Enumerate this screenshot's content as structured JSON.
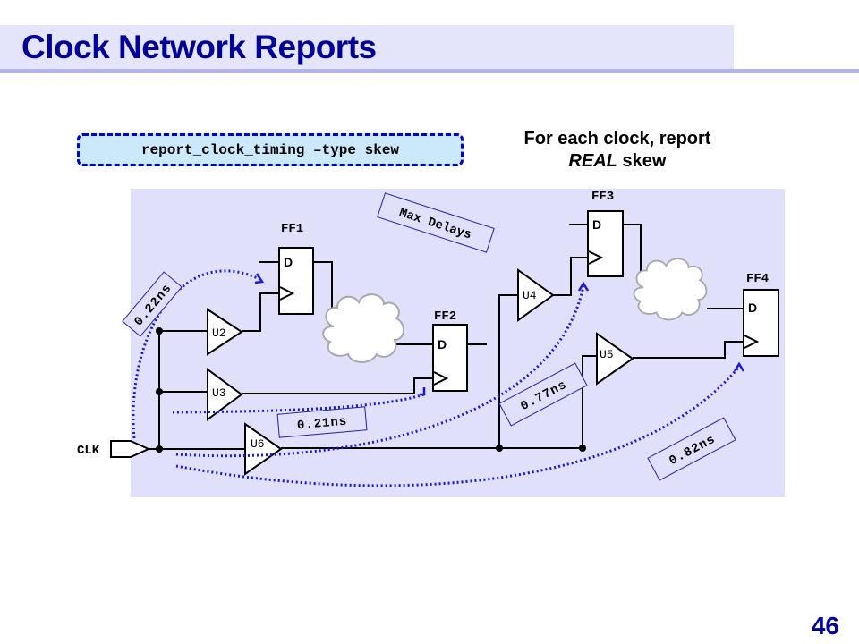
{
  "header": {
    "title": "Clock Network Reports"
  },
  "command": {
    "text": "report_clock_timing –type skew"
  },
  "note": {
    "line1": "For each clock, report",
    "line2_emphasis": "REAL",
    "line2_rest": " skew"
  },
  "diagram": {
    "max_delays_label": "Max Delays",
    "clock_port": "CLK",
    "flip_flops": [
      {
        "name": "FF1",
        "pin": "D"
      },
      {
        "name": "FF2",
        "pin": "D"
      },
      {
        "name": "FF3",
        "pin": "D"
      },
      {
        "name": "FF4",
        "pin": "D"
      }
    ],
    "buffers": [
      "U2",
      "U3",
      "U4",
      "U5",
      "U6"
    ],
    "delays": [
      {
        "target": "FF1",
        "value": "0.22ns"
      },
      {
        "target": "FF2",
        "value": "0.21ns"
      },
      {
        "target": "FF3",
        "value": "0.77ns"
      },
      {
        "target": "FF4",
        "value": "0.82ns"
      }
    ],
    "colors": {
      "panel": "#e0e0fa",
      "path": "#1a1acc",
      "label_border": "#23239a",
      "wire": "#000000"
    }
  },
  "footer": {
    "page_number": "46"
  }
}
